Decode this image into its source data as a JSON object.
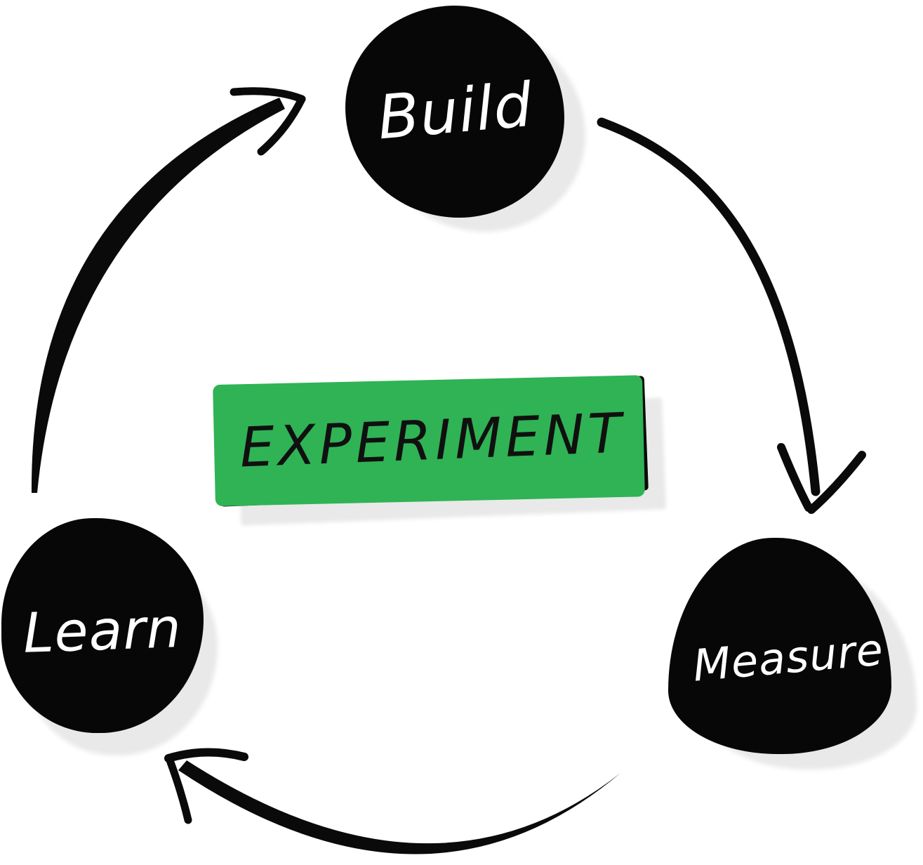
{
  "page": {
    "background": "#ffffff",
    "description": "Hand-drawn Build-Measure-Learn cycle sketch"
  },
  "diagram": {
    "type": "cycle",
    "nodes": [
      {
        "id": "build",
        "label": "Build",
        "position": "top",
        "shape": "ink-blob",
        "fill": "#070707",
        "text_color": "#ffffff"
      },
      {
        "id": "measure",
        "label": "Measure",
        "position": "bottom-right",
        "shape": "ink-blob",
        "fill": "#070707",
        "text_color": "#ffffff"
      },
      {
        "id": "learn",
        "label": "Learn",
        "position": "bottom-left",
        "shape": "ink-blob",
        "fill": "#070707",
        "text_color": "#ffffff"
      }
    ],
    "center_banner": {
      "label": "EXPERIMENT",
      "fill": "#2fb355",
      "border_color": "#0a0a0a",
      "text_color": "#101010"
    },
    "arrows": [
      {
        "from": "learn",
        "to": "build",
        "direction": "up-right"
      },
      {
        "from": "build",
        "to": "measure",
        "direction": "down"
      },
      {
        "from": "measure",
        "to": "learn",
        "direction": "up-left"
      }
    ],
    "style": {
      "ink_color": "#0a0a0a",
      "shadow_color": "#e9e9e9"
    }
  }
}
